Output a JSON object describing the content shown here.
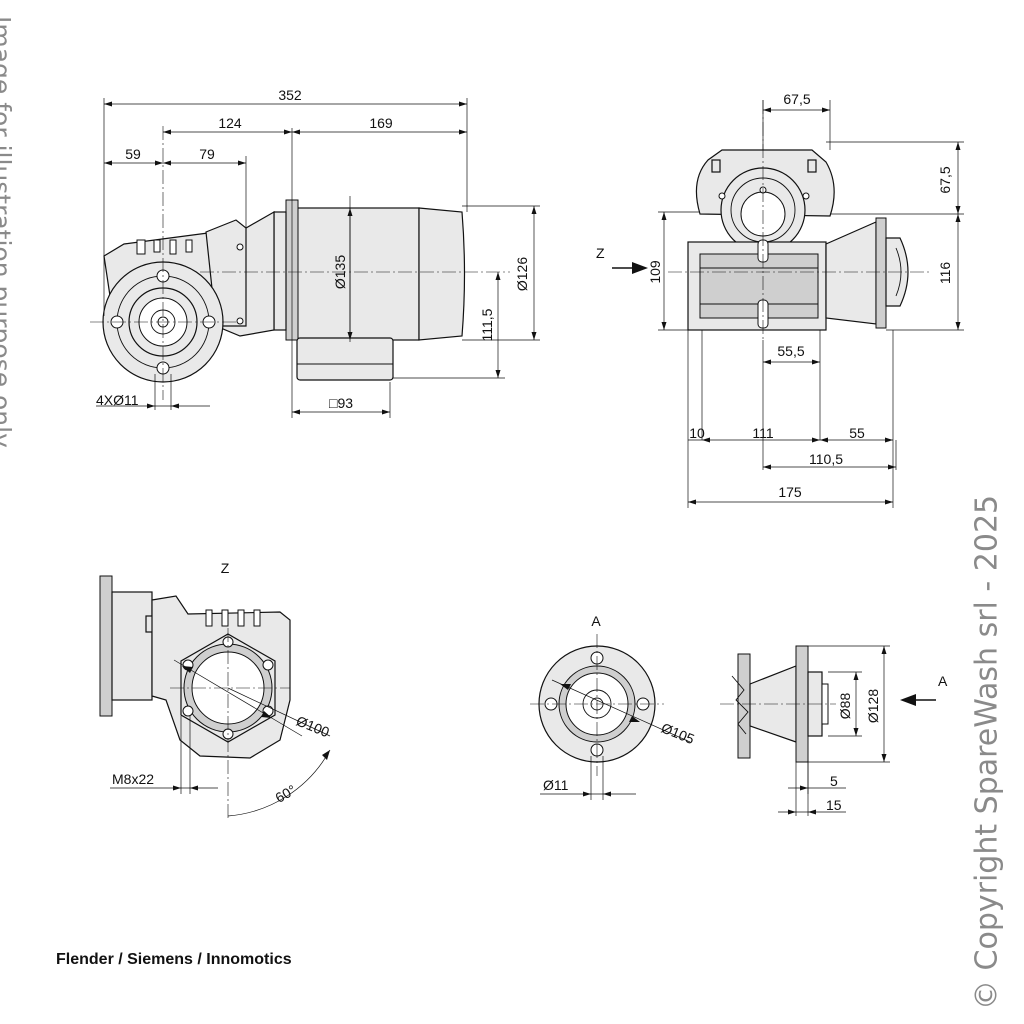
{
  "watermark_left": "Image for illustration purpose only",
  "watermark_right": "© Copyright SpareWash srl - 2025",
  "caption": "Flender / Siemens / Innomotics",
  "side_view": {
    "dim_overall": "352",
    "dim_center_to_flange": "124",
    "dim_motor_length": "169",
    "dim_left_offset": "59",
    "dim_gear_offset": "79",
    "dim_motor_diameter": "Ø135",
    "dim_end_cap_diameter": "Ø126",
    "dim_axis_to_box": "111,5",
    "dim_terminal_box": "□93",
    "dim_holes": "4XØ11"
  },
  "top_view": {
    "dim_shaft_offset": "67,5",
    "dim_top_height": "67,5",
    "dim_height_left": "109",
    "dim_height_right": "116",
    "dim_55_5": "55,5",
    "dim_10": "10",
    "dim_111": "111",
    "dim_55": "55",
    "dim_110_5": "110,5",
    "dim_175": "175",
    "view_marker": "Z"
  },
  "view_z": {
    "title": "Z",
    "dim_bolt_circle": "Ø100",
    "dim_thread": "M8x22",
    "dim_angle": "60°"
  },
  "view_a": {
    "title": "A",
    "dim_bolt_circle": "Ø105",
    "dim_hole": "Ø11"
  },
  "flange_side": {
    "marker": "A",
    "dim_spigot": "Ø88",
    "dim_flange": "Ø128",
    "dim_5": "5",
    "dim_15": "15"
  }
}
